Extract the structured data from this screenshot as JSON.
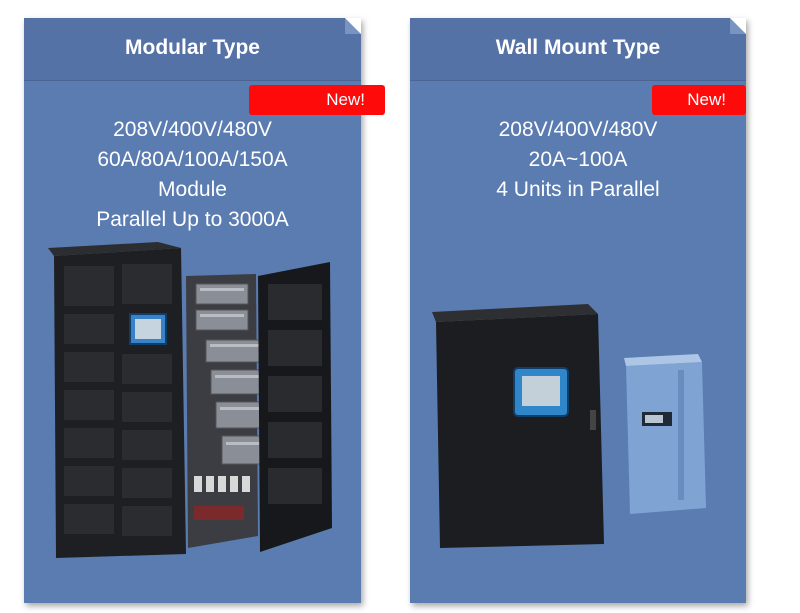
{
  "panels": [
    {
      "title": "Modular Type",
      "badge": "New!",
      "specs": [
        "208V/400V/480V",
        "60A/80A/100A/150A",
        "Module",
        "Parallel Up to 3000A"
      ]
    },
    {
      "title": "Wall Mount Type",
      "badge": "New!",
      "specs": [
        "208V/400V/480V",
        "20A~100A",
        "4 Units in Parallel"
      ]
    }
  ],
  "colors": {
    "panel": "#5a7cb1",
    "badge": "#ff0a0a",
    "text": "#ffffff"
  }
}
